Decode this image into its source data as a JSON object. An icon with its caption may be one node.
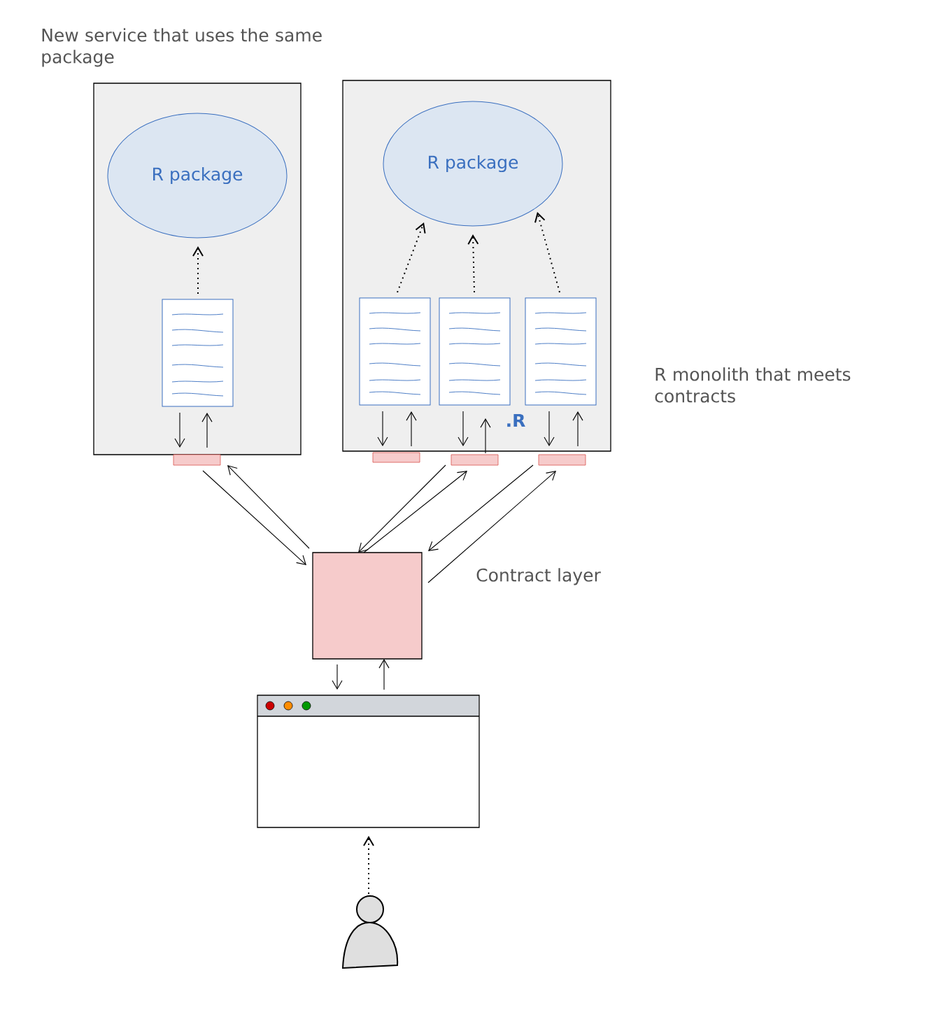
{
  "diagram": {
    "nodes": [
      {
        "text": [],
        "shape": "box",
        "beside": [
          "New service that uses the same package"
        ]
      },
      {
        "text": [
          "R package"
        ],
        "in": 0
      },
      {
        "text": [],
        "shape": "box",
        "in": 0
      },
      {
        "text": [],
        "shape": "box",
        "beside": [
          "R monolith that meets contracts"
        ]
      },
      {
        "text": [
          "R package"
        ],
        "in": 3
      },
      {
        "text": [],
        "shape": "box",
        "in": 3
      },
      {
        "text": [],
        "shape": "box",
        "in": 3
      },
      {
        "text": [],
        "shape": "box",
        "in": 3
      },
      {
        "text": [],
        "shape": "box"
      },
      {
        "text": [],
        "shape": "box"
      },
      {
        "text": [],
        "shape": "box"
      },
      {
        "text": [],
        "shape": "box"
      },
      {
        "text": [],
        "shape": "box",
        "beside": [
          "Contract layer"
        ]
      },
      {
        "text": [],
        "shape": "window"
      },
      {
        "text": [],
        "shape": "person"
      }
    ],
    "edges": [
      {
        "from": 2,
        "to": 1,
        "arrow": "to",
        "style": "dashed"
      },
      {
        "from": 5,
        "to": 4,
        "arrow": "to",
        "style": "dashed"
      },
      {
        "from": 6,
        "to": 4,
        "arrow": "to",
        "style": "dashed"
      },
      {
        "from": 7,
        "to": 4,
        "arrow": "to",
        "style": "dashed"
      },
      {
        "from": 2,
        "to": 8,
        "arrow": "to"
      },
      {
        "from": 8,
        "to": 2,
        "arrow": "to"
      },
      {
        "from": 5,
        "to": 9,
        "arrow": "to"
      },
      {
        "from": 9,
        "to": 5,
        "arrow": "to"
      },
      {
        "from": 6,
        "to": 10,
        "arrow": "to"
      },
      {
        "from": 10,
        "to": 6,
        "arrow": "to"
      },
      {
        "from": 7,
        "to": 11,
        "arrow": "to"
      },
      {
        "from": 11,
        "to": 7,
        "arrow": "to"
      },
      {
        "from": 8,
        "to": 12,
        "arrow": "to"
      },
      {
        "from": 12,
        "to": 8,
        "arrow": "to"
      },
      {
        "from": 10,
        "to": 12,
        "arrow": "to"
      },
      {
        "from": 12,
        "to": 10,
        "arrow": "to"
      },
      {
        "from": 11,
        "to": 12,
        "arrow": "to"
      },
      {
        "from": 12,
        "to": 11,
        "arrow": "to"
      },
      {
        "from": 12,
        "to": 13,
        "arrow": "to"
      },
      {
        "from": 13,
        "to": 12,
        "arrow": "to"
      },
      {
        "from": 14,
        "to": 13,
        "arrow": "to",
        "style": "dashed"
      }
    ],
    "labels": [
      ".R"
    ]
  }
}
